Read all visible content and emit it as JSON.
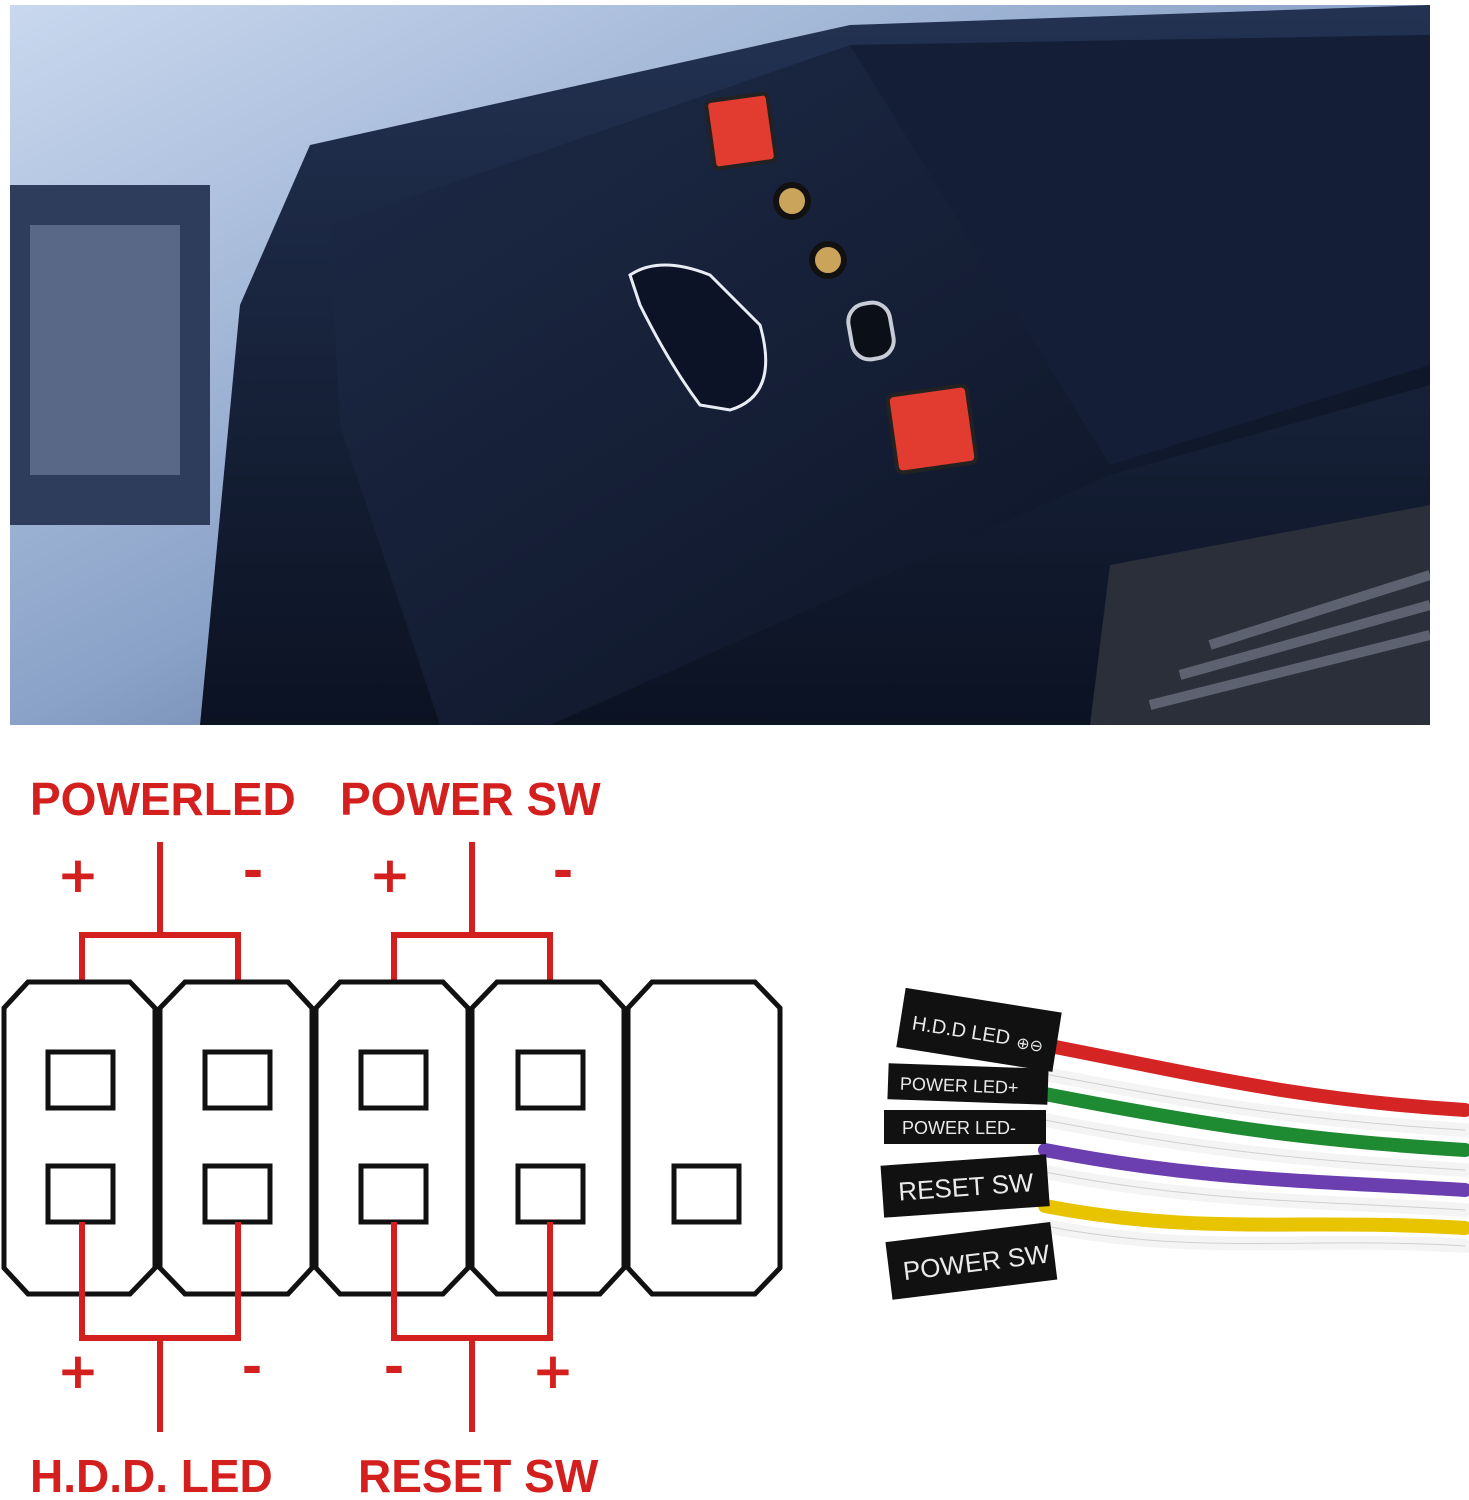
{
  "header_pins": {
    "top_groups": [
      {
        "label": "POWERLED",
        "plus": "+",
        "minus": "-"
      },
      {
        "label": "POWER SW",
        "plus": "+",
        "minus": "-"
      }
    ],
    "bottom_groups": [
      {
        "label": "H.D.D. LED",
        "left_sign": "+",
        "right_sign": "-"
      },
      {
        "label": "RESET SW",
        "left_sign": "-",
        "right_sign": "+"
      }
    ]
  },
  "cable": {
    "connectors": [
      {
        "label": "H.D.D LED",
        "signs": "⊕⊖"
      },
      {
        "label": "POWER LED+"
      },
      {
        "label": "POWER LED-"
      },
      {
        "label": "RESET SW"
      },
      {
        "label": "POWER SW"
      }
    ],
    "wire_colors": [
      "#d42424",
      "#f4f4f4",
      "#1e8a32",
      "#f4f4f4",
      "#6b3fb0",
      "#f4f4f4",
      "#e8c400",
      "#f4f4f4"
    ]
  },
  "colors": {
    "accent": "#d41f1f",
    "pin_outline": "#111111"
  }
}
